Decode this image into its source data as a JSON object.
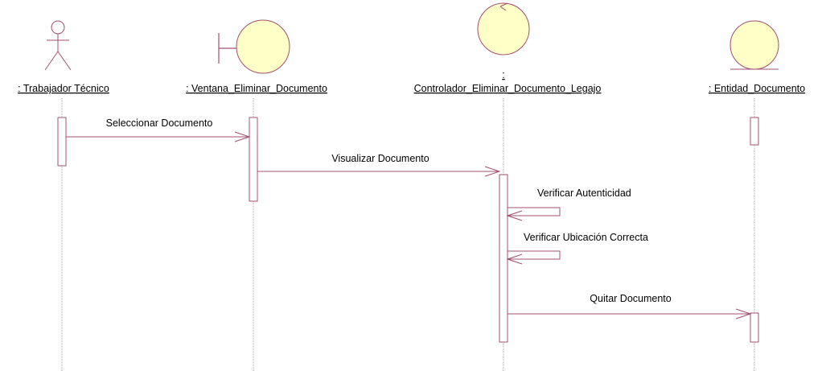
{
  "diagram": {
    "type": "sequence",
    "colors": {
      "line": "#a05070",
      "lifeline": "#b0b0b0",
      "shape_fill": "#ffffc8",
      "activation_fill": "#ffffff",
      "text": "#000000"
    },
    "participants": [
      {
        "id": "trabajador",
        "kind": "actor",
        "label": ": Trabajador Técnico"
      },
      {
        "id": "ventana",
        "kind": "boundary",
        "label": ": Ventana_Eliminar_Documento"
      },
      {
        "id": "controlador",
        "kind": "control",
        "label": "Controlador_Eliminar_Documento_Legajo",
        "prefix": ":"
      },
      {
        "id": "entidad",
        "kind": "entity",
        "label": ": Entidad_Documento"
      }
    ],
    "messages": [
      {
        "from": "trabajador",
        "to": "ventana",
        "label": "Seleccionar Documento"
      },
      {
        "from": "ventana",
        "to": "controlador",
        "label": "Visualizar Documento"
      },
      {
        "from": "controlador",
        "to": "controlador",
        "label": "Verificar Autenticidad"
      },
      {
        "from": "controlador",
        "to": "controlador",
        "label": "Verificar Ubicación Correcta"
      },
      {
        "from": "controlador",
        "to": "entidad",
        "label": "Quitar Documento"
      }
    ]
  }
}
